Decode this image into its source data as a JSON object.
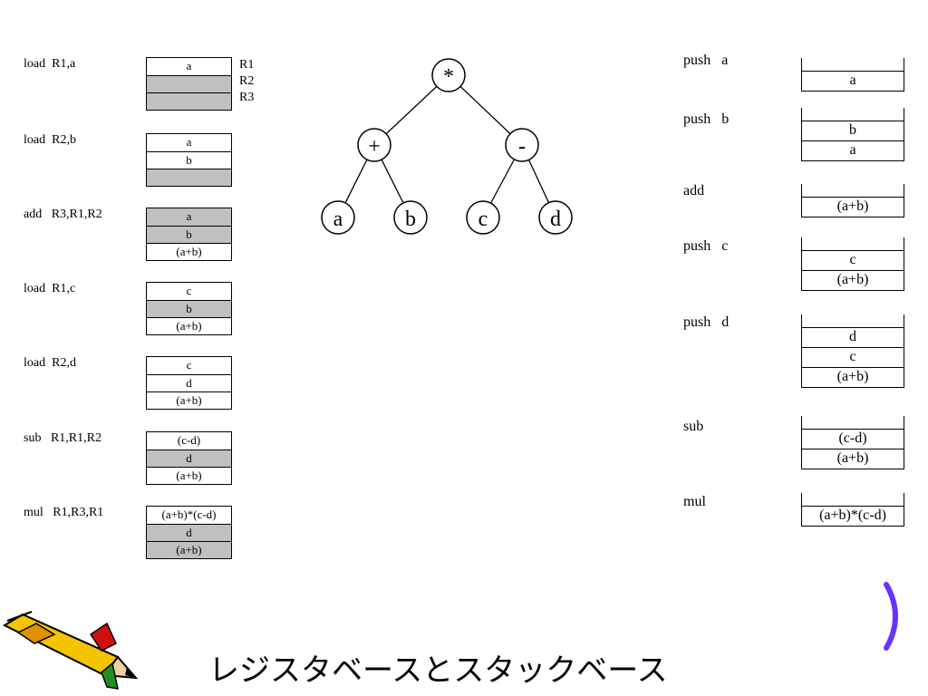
{
  "register_machine": {
    "steps": [
      {
        "instr": "load  R1,a",
        "cells": [
          {
            "text": "a",
            "gray": false
          },
          {
            "text": "",
            "gray": true
          },
          {
            "text": "",
            "gray": true
          }
        ]
      },
      {
        "instr": "load  R2,b",
        "cells": [
          {
            "text": "a",
            "gray": false
          },
          {
            "text": "b",
            "gray": false
          },
          {
            "text": "",
            "gray": true
          }
        ]
      },
      {
        "instr": "add   R3,R1,R2",
        "cells": [
          {
            "text": "a",
            "gray": true
          },
          {
            "text": "b",
            "gray": true
          },
          {
            "text": "(a+b)",
            "gray": false
          }
        ]
      },
      {
        "instr": "load  R1,c",
        "cells": [
          {
            "text": "c",
            "gray": false
          },
          {
            "text": "b",
            "gray": true
          },
          {
            "text": "(a+b)",
            "gray": false
          }
        ]
      },
      {
        "instr": "load  R2,d",
        "cells": [
          {
            "text": "c",
            "gray": false
          },
          {
            "text": "d",
            "gray": false
          },
          {
            "text": "(a+b)",
            "gray": false
          }
        ]
      },
      {
        "instr": "sub   R1,R1,R2",
        "cells": [
          {
            "text": "(c-d)",
            "gray": false
          },
          {
            "text": "d",
            "gray": true
          },
          {
            "text": "(a+b)",
            "gray": false
          }
        ]
      },
      {
        "instr": "mul   R1,R3,R1",
        "cells": [
          {
            "text": "(a+b)*(c-d)",
            "gray": false
          },
          {
            "text": "d",
            "gray": true
          },
          {
            "text": "(a+b)",
            "gray": true
          }
        ]
      }
    ],
    "register_labels": [
      "R1",
      "R2",
      "R3"
    ]
  },
  "tree": {
    "root": "*",
    "left_op": "+",
    "right_op": "-",
    "leaves": [
      "a",
      "b",
      "c",
      "d"
    ]
  },
  "stack_machine": {
    "steps": [
      {
        "instr": "push   a",
        "cells": [
          "a"
        ]
      },
      {
        "instr": "push   b",
        "cells": [
          "b",
          "a"
        ]
      },
      {
        "instr": "add",
        "cells": [
          "(a+b)"
        ]
      },
      {
        "instr": "push   c",
        "cells": [
          "c",
          "(a+b)"
        ]
      },
      {
        "instr": "push   d",
        "cells": [
          "d",
          "c",
          "(a+b)"
        ]
      },
      {
        "instr": "sub",
        "cells": [
          "(c-d)",
          "(a+b)"
        ]
      },
      {
        "instr": "mul",
        "cells": [
          "(a+b)*(c-d)"
        ]
      }
    ]
  },
  "title": "レジスタベースとスタックベース"
}
